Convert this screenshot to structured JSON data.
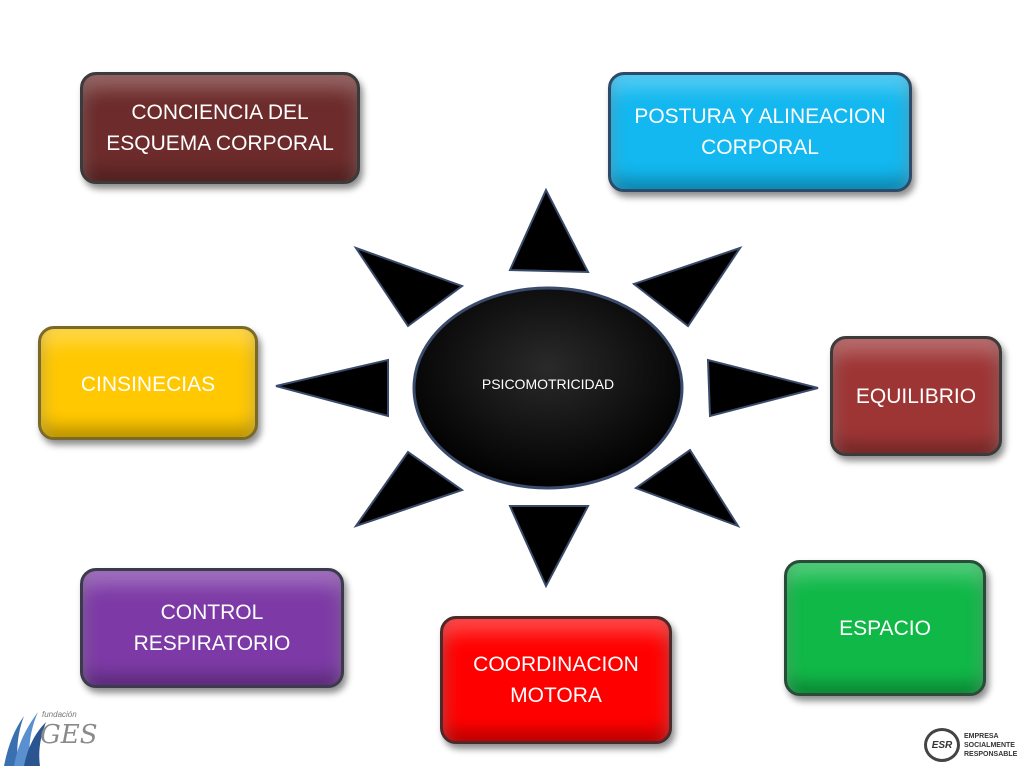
{
  "center": {
    "label": "PSICOMOTRICIDAD"
  },
  "boxes": {
    "conciencia": [
      "CONCIENCIA DEL",
      "ESQUEMA CORPORAL"
    ],
    "postura": [
      "POSTURA Y ALINEACION",
      "CORPORAL"
    ],
    "cinsinecias": [
      "CINSINECIAS"
    ],
    "equilibrio": [
      "EQUILIBRIO"
    ],
    "control": [
      "CONTROL",
      "RESPIRATORIO"
    ],
    "coordinacion": [
      "COORDINACION",
      "MOTORA"
    ],
    "espacio": [
      "ESPACIO"
    ]
  },
  "colors": {
    "conciencia": "#6d2b2b",
    "postura": "#12b8ef",
    "cinsinecias": "#ffc800",
    "equilibrio": "#9e3535",
    "control": "#7d3aa6",
    "coordinacion": "#ff0000",
    "espacio": "#10b848",
    "center": "#000000"
  },
  "logos": {
    "left_small": "fundación",
    "left_main": "GES",
    "right_badge": "ESR",
    "right_lines": [
      "EMPRESA",
      "SOCIALMENTE",
      "RESPONSABLE"
    ]
  }
}
